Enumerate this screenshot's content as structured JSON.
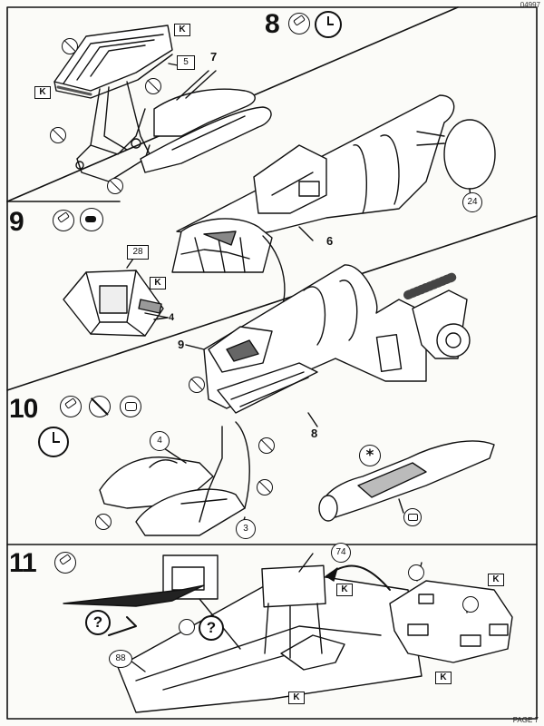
{
  "header": {
    "code": "04997"
  },
  "footer": {
    "page": "PAGE 7"
  },
  "steps": {
    "s8": {
      "number": "8",
      "icons": [
        "glue-icon",
        "clock-icon"
      ]
    },
    "s9": {
      "number": "9",
      "icons": [
        "glue-icon",
        "paint-icon"
      ]
    },
    "s10": {
      "number": "10",
      "icons": [
        "glue-icon",
        "no-glue-icon",
        "decal-icon",
        "clock-icon"
      ]
    },
    "s11": {
      "number": "11",
      "icons": [
        "glue-icon"
      ]
    }
  },
  "parts": {
    "p5": "5",
    "p7": "7",
    "p24": "24",
    "p6": "6",
    "p28": "28",
    "p4_step9": "4",
    "p9_callout": "9",
    "p4_step10": "4",
    "p8": "8",
    "p3": "3",
    "p74": "74",
    "p88": "88"
  },
  "markers": {
    "k_step8_top": "K",
    "k_step8_left": "K",
    "k_step9": "K",
    "k_step11_a": "K",
    "k_step11_b": "K",
    "k_step11_c": "K",
    "k_step11_d": "K",
    "question_1": "?",
    "question_2": "?",
    "alternative": "*"
  }
}
